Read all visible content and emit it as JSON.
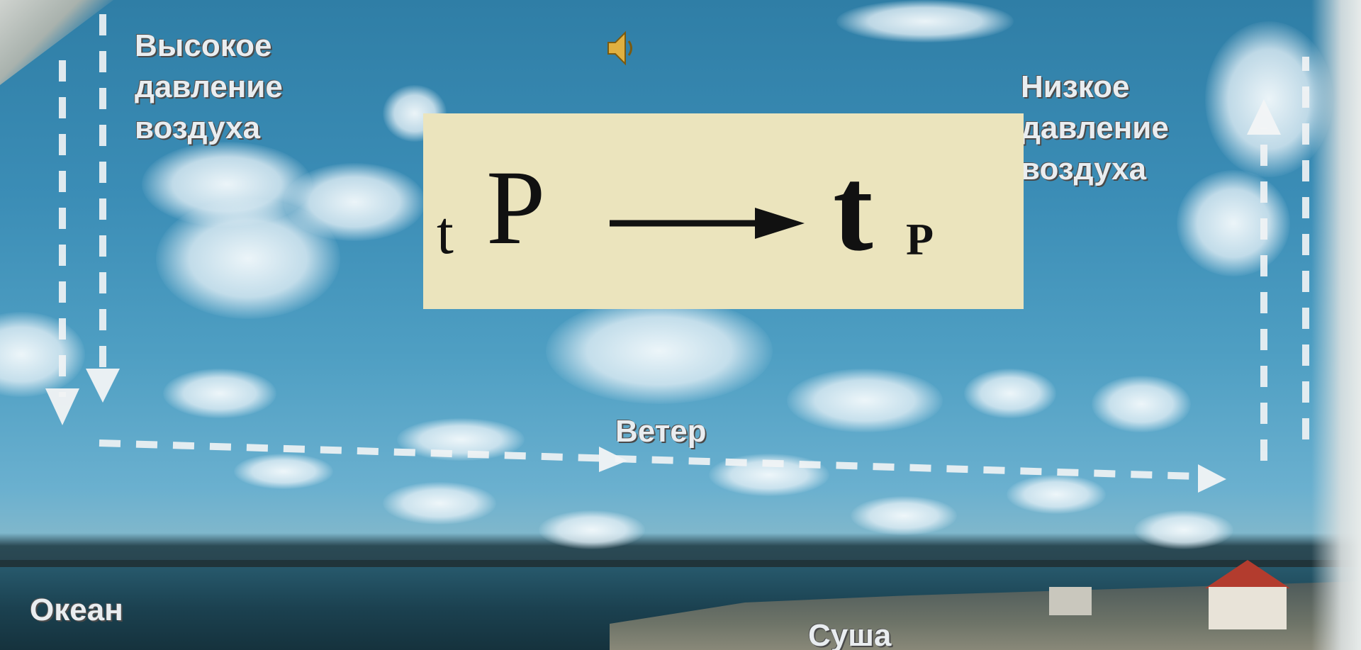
{
  "labels": {
    "high_pressure": "Высокое\nдавление\nвоздуха",
    "low_pressure": "Низкое\nдавление\nвоздуха",
    "wind": "Ветер",
    "ocean": "Океан",
    "land": "Суша"
  },
  "formula": {
    "left_small": "t",
    "left_big": "P",
    "right_big": "t",
    "right_small": "P"
  },
  "icons": {
    "speaker": "speaker-icon",
    "arrow": "arrow-right-icon"
  },
  "colors": {
    "formula_bg": "#ebe4bd",
    "sky": "#3b8db6",
    "label_text": "#e9edf0"
  }
}
